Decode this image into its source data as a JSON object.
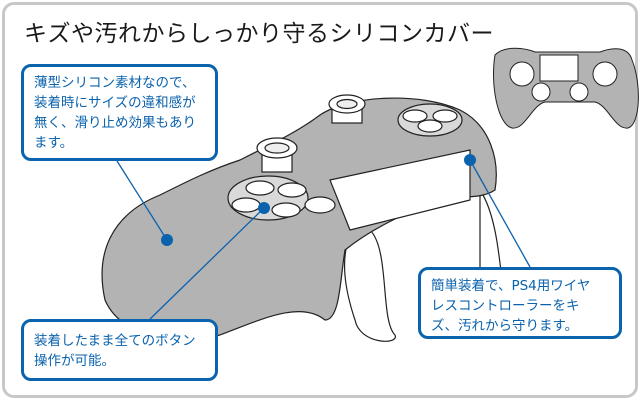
{
  "title": "キズや汚れからしっかり守るシリコンカバー",
  "callouts": [
    {
      "text": "薄型シリコン素材なので、\n装着時にサイズの違和感が\n無く、滑り止め効果もあり\nます。"
    },
    {
      "text": "装着したまま全てのボタン\n操作が可能。"
    },
    {
      "text": "簡単装着で、PS4用ワイヤ\nレスコントローラーをキ\nズ、汚れから守ります。"
    }
  ],
  "colors": {
    "accent": "#0b62ad",
    "cover": "#b3b3b3",
    "frame": "#c8c8c8"
  }
}
